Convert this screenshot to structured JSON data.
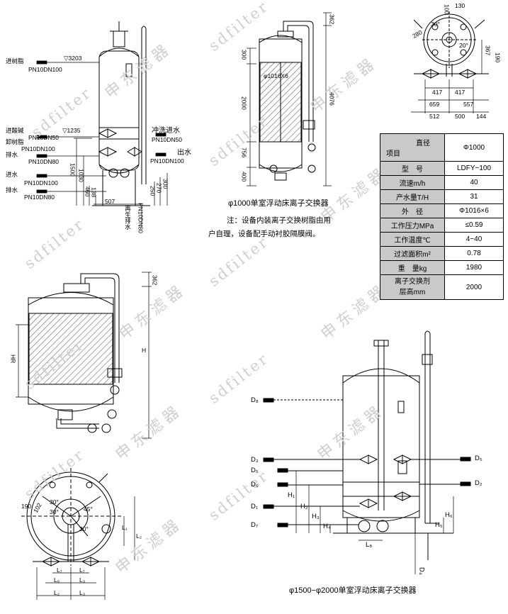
{
  "watermarks": {
    "en": "sdfilter",
    "cn": "申东滤器"
  },
  "drawing1": {
    "labels": {
      "resin_in": "进树脂",
      "resin_in_spec": "PN10DN100",
      "level_top": "▽3203",
      "acid_alkali_in": "进酸碱",
      "resin_out": "卸树脂",
      "spec_dn50": "PN10DN50",
      "spec_dn100": "PN10DN100",
      "drain": "排水",
      "spec_dn80": "PN10DN80",
      "level_mid": "▽1235",
      "flush_in": "冲洗进水",
      "flush_spec": "PN10DN50",
      "water_out": "出水",
      "out_spec": "PN10DN100",
      "water_in": "进水",
      "in_spec": "PN10DN100",
      "drain2": "排水",
      "drain2_spec": "PN10DN80",
      "regen_drain": "再生排水",
      "regen_spec": "PN10DN80"
    },
    "dims": [
      "1500",
      "1030",
      "460",
      "138",
      "507",
      "250",
      "270",
      "300"
    ]
  },
  "drawing2": {
    "dims": [
      "362",
      "300",
      "2000",
      "756",
      "400",
      "4076"
    ],
    "shell": "φ1016X6",
    "caption": "φ1000单室浮动床离子交换器",
    "note_line1": "注：设备内装离子交换树脂由用",
    "note_line2": "户自理，设备配手动衬胶隔膜阀。"
  },
  "drawing3": {
    "dims": [
      "100",
      "130",
      "280",
      "30°",
      "20°",
      "367",
      "190",
      "417",
      "417",
      "659",
      "557",
      "512",
      "500",
      "144"
    ]
  },
  "spec_table": {
    "header_top": "直径",
    "header_bottom": "项目",
    "header_value": "Φ1000",
    "rows": [
      {
        "k": "型　号",
        "v": "LDFY−100"
      },
      {
        "k": "流速m/h",
        "v": "40"
      },
      {
        "k": "产水量T/H",
        "v": "31"
      },
      {
        "k": "外　径",
        "v": "Φ1016×6"
      },
      {
        "k": "工作压力MPa",
        "v": "≤0.59"
      },
      {
        "k": "工作温度℃",
        "v": "4−40"
      },
      {
        "k": "过滤面积m²",
        "v": "0.78"
      },
      {
        "k": "重　量kg",
        "v": "1980"
      }
    ],
    "last_k1": "离子交换剂",
    "last_k2": "层高mm",
    "last_v": "2000"
  },
  "drawing4": {
    "dims": [
      "362",
      "HR",
      "H"
    ]
  },
  "drawing5": {
    "dims": [
      "30°",
      "45°",
      "30°",
      "30°",
      "190",
      "102",
      "L₁",
      "L₂",
      "L₇",
      "L₇",
      "L₆",
      "L₃",
      "L₂",
      "L₃"
    ]
  },
  "drawing6": {
    "labels": [
      "D₈",
      "D₃",
      "D₅",
      "D₆",
      "D₁",
      "D₇",
      "D₅",
      "D₂",
      "H₁",
      "H₂",
      "H₃",
      "H₄",
      "H₅",
      "H₆",
      "L₈",
      "D₄"
    ],
    "caption": "φ1500−φ2000单室浮动床离子交换器"
  }
}
